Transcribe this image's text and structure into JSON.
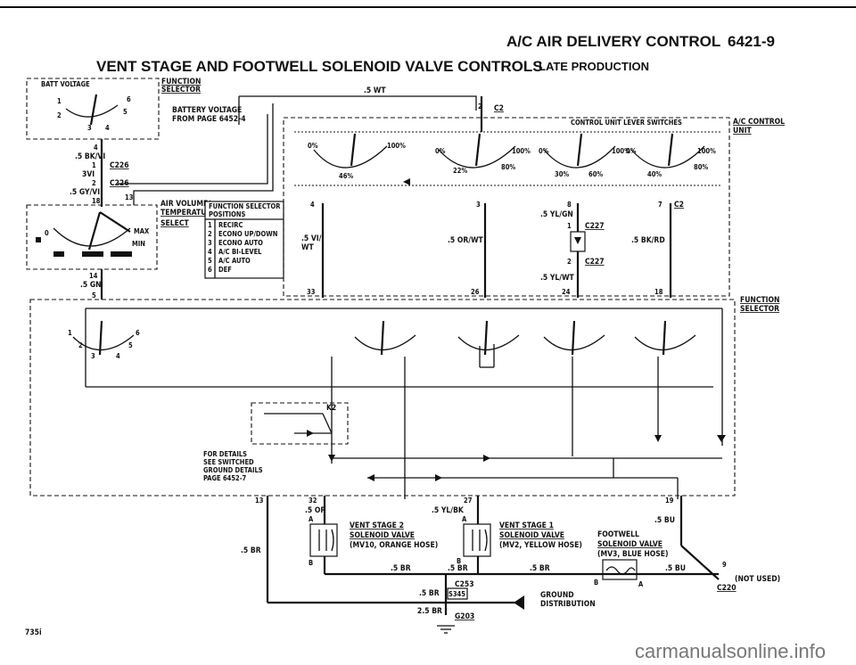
{
  "header": {
    "title": "A/C AIR DELIVERY CONTROL",
    "page_number": "6421-9",
    "subtitle": "VENT STAGE AND FOOTWELL SOLENOID VALVE CONTROLS",
    "subtitle_suffix": "LATE PRODUCTION"
  },
  "function_selector_top": {
    "box_label": "BATT VOLTAGE",
    "title_line1": "FUNCTION",
    "title_line2": "SELECTOR",
    "pins": [
      "1",
      "2",
      "3",
      "4",
      "5",
      "6"
    ],
    "battery_line1": "BATTERY VOLTAGE",
    "battery_line2": "FROM PAGE 6452-4"
  },
  "left_wiring": {
    "pin4": "4",
    "wire_bkvi": ".5 BK/VI",
    "pin1": "1",
    "c226_a": "C226",
    "wire_3vi": "3VI",
    "pin2": "2",
    "c226_b": "C226",
    "wire_gyvi": ".5 GY/VI",
    "pin18": "18",
    "pin13": "13",
    "wire_top": ".5 WT"
  },
  "air_volume": {
    "label_line1": "AIR VOLUME/",
    "label_line2": "TEMPERATURE",
    "label_line3": "SELECT",
    "pin0": "0",
    "max": "MAX",
    "min": "MIN",
    "pin14": "14",
    "wire_gn": ".5 GN",
    "pin5": "5"
  },
  "function_positions": {
    "header_line1": "FUNCTION SELECTOR",
    "header_line2": "POSITIONS",
    "rows": [
      {
        "num": "1",
        "name": "RECIRC"
      },
      {
        "num": "2",
        "name": "ECONO UP/DOWN"
      },
      {
        "num": "3",
        "name": "ECONO AUTO"
      },
      {
        "num": "4",
        "name": "A/C BI-LEVEL"
      },
      {
        "num": "5",
        "name": "A/C AUTO"
      },
      {
        "num": "6",
        "name": "DEF"
      }
    ]
  },
  "control_unit": {
    "c2_top": "C2",
    "pin2_top": "2",
    "lever_label": "CONTROL UNIT LEVER SWITCHES",
    "title_line1": "A/C CONTROL",
    "title_line2": "UNIT",
    "pct": [
      "0%",
      "100%",
      "0%",
      "100%",
      "0%",
      "100%",
      "0%",
      "100%",
      "22%",
      "80%",
      "46%",
      "30%",
      "60%",
      "40%",
      "80%"
    ],
    "pin4": "4",
    "pin3": "3",
    "pin8": "8",
    "pin7": "7",
    "c2_right": "C2",
    "wire_vi": ".5 VI/",
    "wire_wt": "WT",
    "wire_orwt": ".5 OR/WT",
    "wire_ylgn": ".5 YL/GN",
    "pin1_c227": "1",
    "c227_a": "C227",
    "wire_bkrd": ".5 BK/RD",
    "pin2_c227": "2",
    "c227_b": "C227",
    "wire_ylwt": ".5 YL/WT",
    "pin33": "33",
    "pin26": "26",
    "pin24": "24",
    "pin18": "18"
  },
  "function_selector_main": {
    "title_line1": "FUNCTION",
    "title_line2": "SELECTOR",
    "pins": [
      "1",
      "2",
      "3",
      "4",
      "5",
      "6"
    ],
    "relay": "K2",
    "details_line1": "FOR DETAILS",
    "details_line2": "SEE SWITCHED",
    "details_line3": "GROUND DETAILS",
    "details_line4": "PAGE 6452-7",
    "pin13": "13",
    "pin32": "32",
    "pin27": "27",
    "pin19": "19"
  },
  "solenoids": {
    "vent2": {
      "wire": ".5 OR",
      "pin_a": "A",
      "pin_b": "B",
      "line1": "VENT STAGE 2",
      "line2": "SOLENOID VALVE",
      "line3": "(MV10, ORANGE HOSE)"
    },
    "vent1": {
      "wire": ".5 YL/BK",
      "pin_a": "A",
      "pin_b": "B",
      "line1": "VENT STAGE 1",
      "line2": "SOLENOID VALVE",
      "line3": "(MV2, YELLOW HOSE)"
    },
    "footwell": {
      "wire": ".5 BU",
      "line1": "FOOTWELL",
      "line2": "SOLENOID VALVE",
      "line3": "(MV3, BLUE HOSE)",
      "pin_b": "B",
      "pin_a": "A"
    }
  },
  "grounds": {
    "wire_br_left": ".5 BR",
    "wire_br_mid1": ".5 BR",
    "wire_br_mid2": ".5 BR",
    "wire_br_mid3": ".5 BR",
    "wire_bu": ".5 BU",
    "pin9": "9",
    "not_used": "(NOT USED)",
    "c220": "C220",
    "c253": "C253",
    "wire_br_s": ".5 BR",
    "s345": "S345",
    "ground_line1": "GROUND",
    "ground_line2": "DISTRIBUTION",
    "wire_25br": "2.5 BR",
    "g203": "G203"
  },
  "footer": {
    "page_code": "735i",
    "watermark": "carmanualsonline.info"
  }
}
